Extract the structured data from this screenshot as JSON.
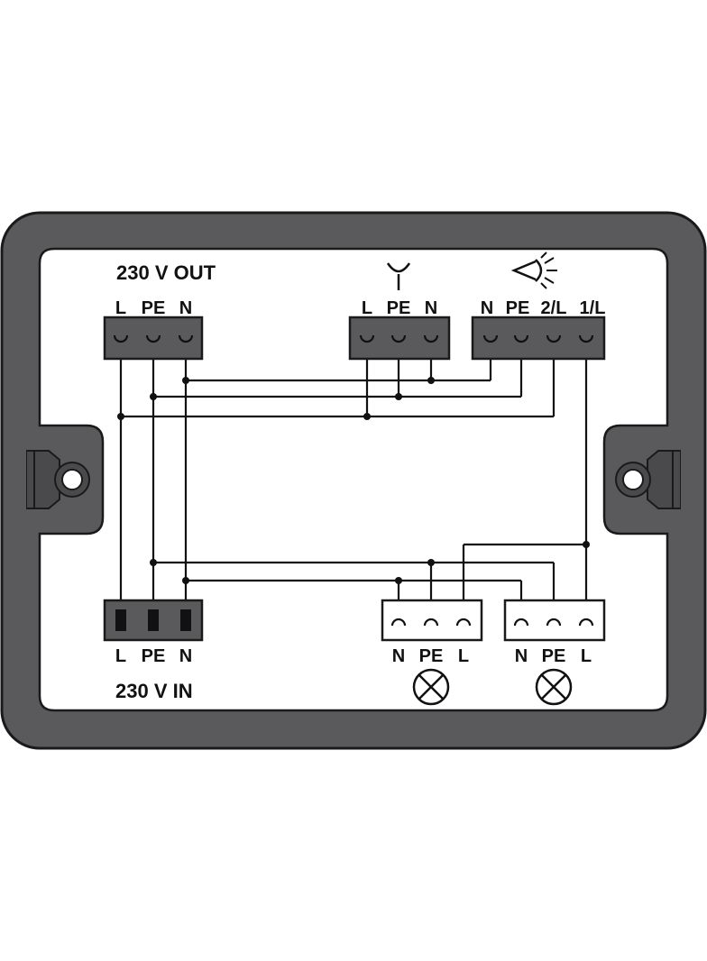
{
  "title_out": "230 V OUT",
  "title_in": "230 V IN",
  "colors": {
    "housing": "#5a5a5c",
    "housing_stroke": "#1a1a1a",
    "panel": "#ffffff",
    "connector_dark": "#5a5a5c",
    "connector_light": "#ffffff",
    "wire": "#111111"
  },
  "connectors": {
    "out_230v": {
      "pins": [
        "L",
        "PE",
        "N"
      ]
    },
    "socket": {
      "icon": "socket-symbol-icon",
      "pins": [
        "L",
        "PE",
        "N"
      ]
    },
    "switch": {
      "icon": "light-switch-icon",
      "pins": [
        "N",
        "PE",
        "2/L",
        "1/L"
      ]
    },
    "in_230v": {
      "pins": [
        "L",
        "PE",
        "N"
      ]
    },
    "lamp1": {
      "icon": "lamp-icon",
      "pins": [
        "N",
        "PE",
        "L"
      ]
    },
    "lamp2": {
      "icon": "lamp-icon",
      "pins": [
        "N",
        "PE",
        "L"
      ]
    }
  }
}
